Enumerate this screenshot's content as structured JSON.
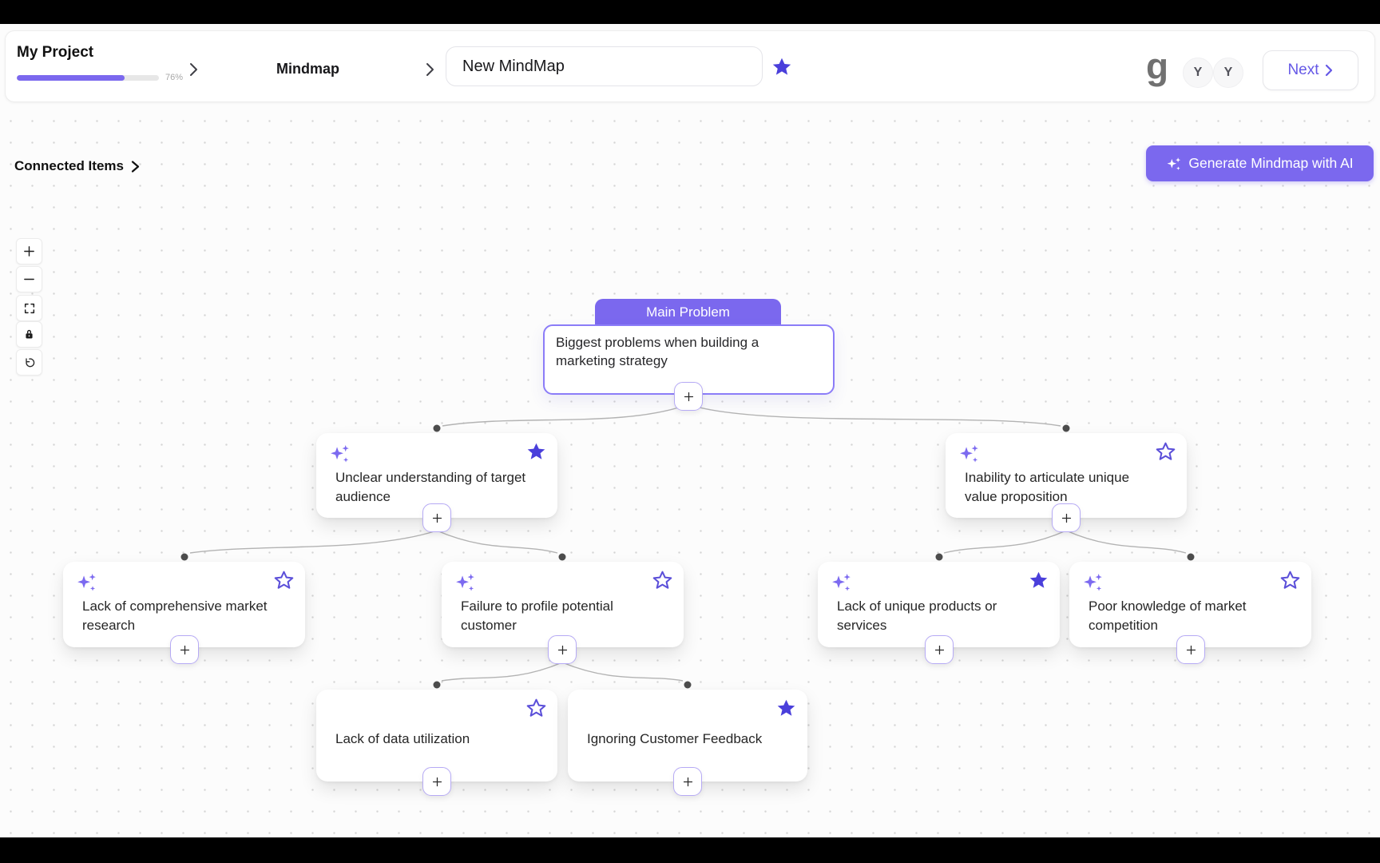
{
  "header": {
    "project_name": "My Project",
    "progress_value": 76,
    "progress_percent_label": "76%",
    "breadcrumb": {
      "section": "Mindmap"
    },
    "title_input": {
      "value": "New MindMap"
    },
    "favorite_icon": "star-filled",
    "logo_letter": "g",
    "avatars": [
      {
        "initial": "Y"
      },
      {
        "initial": "Y"
      }
    ],
    "next_button": {
      "label": "Next"
    }
  },
  "canvas": {
    "connected_items": {
      "label": "Connected Items"
    },
    "generate_ai_button": {
      "label": "Generate Mindmap with AI"
    },
    "toolbar": {
      "items": [
        "zoom-in",
        "zoom-out",
        "fit-view",
        "lock",
        "reset-view"
      ]
    }
  },
  "mindmap": {
    "root": {
      "tag_label": "Main Problem",
      "text": "Biggest problems when building a marketing strategy"
    },
    "level2": [
      {
        "text": "Unclear understanding of target audience",
        "starred": true,
        "sparkle": true
      },
      {
        "text": "Inability to articulate unique value proposition",
        "starred": false,
        "sparkle": true
      }
    ],
    "level3": [
      {
        "text": "Lack of comprehensive market research",
        "starred": false,
        "sparkle": true
      },
      {
        "text": "Failure to profile potential customer",
        "starred": false,
        "sparkle": true
      },
      {
        "text": "Lack of unique products or services",
        "starred": true,
        "sparkle": true
      },
      {
        "text": "Poor knowledge of market competition",
        "starred": false,
        "sparkle": true
      }
    ],
    "level4": [
      {
        "text": "Lack of data utilization",
        "starred": false,
        "sparkle": false
      },
      {
        "text": "Ignoring Customer Feedback",
        "starred": true,
        "sparkle": false
      }
    ]
  },
  "colors": {
    "accent": "#7b68ee",
    "star_fill": "#4a3fdb",
    "star_outline": "#5b4fd9",
    "node_border": "#8b7cf8",
    "connector": "#b3b3b3"
  }
}
